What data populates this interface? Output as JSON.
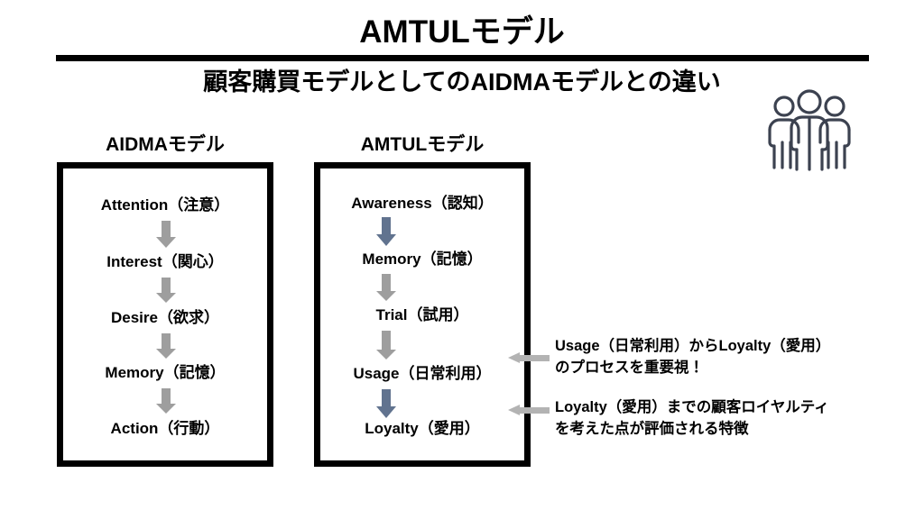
{
  "header": {
    "title": "AMTULモデル",
    "subtitle": "顧客購買モデルとしてのAIDMAモデルとの違い",
    "icon": "three-people-icon"
  },
  "colors": {
    "text": "#000000",
    "rule": "#000000",
    "box_border": "#000000",
    "arrow_gray": "#9e9e9e",
    "arrow_blue": "#61738f",
    "callout_arrow": "#b3b3b3",
    "icon": "#3c4250",
    "background": "#ffffff"
  },
  "columns": [
    {
      "heading": "AIDMAモデル",
      "stages": [
        {
          "label": "Attention（注意）"
        },
        {
          "label": "Interest（関心）"
        },
        {
          "label": "Desire（欲求）"
        },
        {
          "label": "Memory（記憶）"
        },
        {
          "label": "Action（行動）"
        }
      ],
      "arrow_colors": [
        "#9e9e9e",
        "#9e9e9e",
        "#9e9e9e",
        "#9e9e9e"
      ]
    },
    {
      "heading": "AMTULモデル",
      "stages": [
        {
          "label": "Awareness（認知）"
        },
        {
          "label": "Memory（記憶）"
        },
        {
          "label": "Trial（試用）"
        },
        {
          "label": "Usage（日常利用）"
        },
        {
          "label": "Loyalty（愛用）"
        }
      ],
      "arrow_colors": [
        "#61738f",
        "#9e9e9e",
        "#9e9e9e",
        "#61738f"
      ]
    }
  ],
  "notes": [
    {
      "line1": "Usage（日常利用）からLoyalty（愛用）",
      "line2": "のプロセスを重要視！"
    },
    {
      "line1": "Loyalty（愛用）までの顧客ロイヤルティ",
      "line2": "を考えた点が評価される特徴"
    }
  ]
}
